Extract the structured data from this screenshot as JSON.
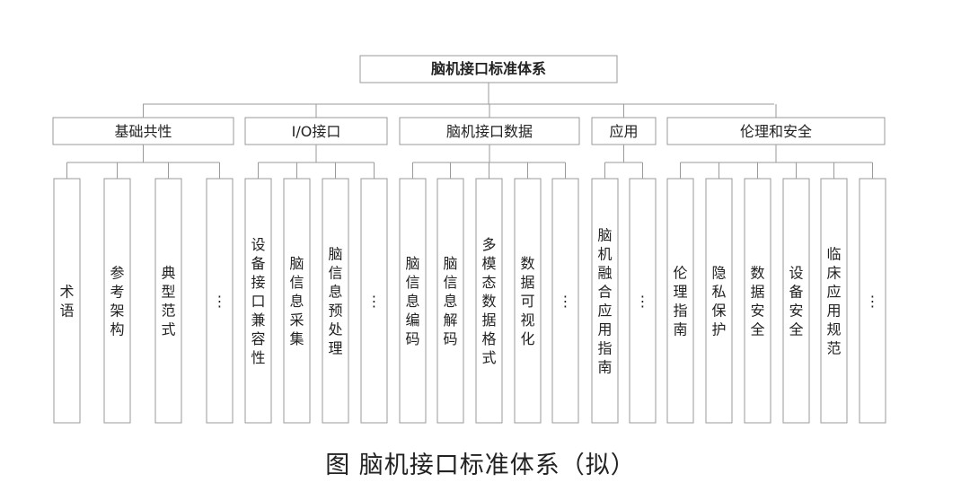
{
  "root": {
    "label": "脑机接口标准体系"
  },
  "categories": [
    {
      "label": "基础共性",
      "items": [
        "术语",
        "参考架构",
        "典型范式",
        "⋮"
      ]
    },
    {
      "label": "I/O接口",
      "items": [
        "设备接口兼容性",
        "脑信息采集",
        "脑信息预处理",
        "⋮"
      ]
    },
    {
      "label": "脑机接口数据",
      "items": [
        "脑信息编码",
        "脑信息解码",
        "多模态数据格式",
        "数据可视化",
        "⋮"
      ]
    },
    {
      "label": "应用",
      "items": [
        "脑机融合应用指南",
        "⋮"
      ]
    },
    {
      "label": "伦理和安全",
      "items": [
        "伦理指南",
        "隐私保护",
        "数据安全",
        "设备安全",
        "临床应用规范",
        "⋮"
      ]
    }
  ],
  "caption": "图  脑机接口标准体系（拟）"
}
